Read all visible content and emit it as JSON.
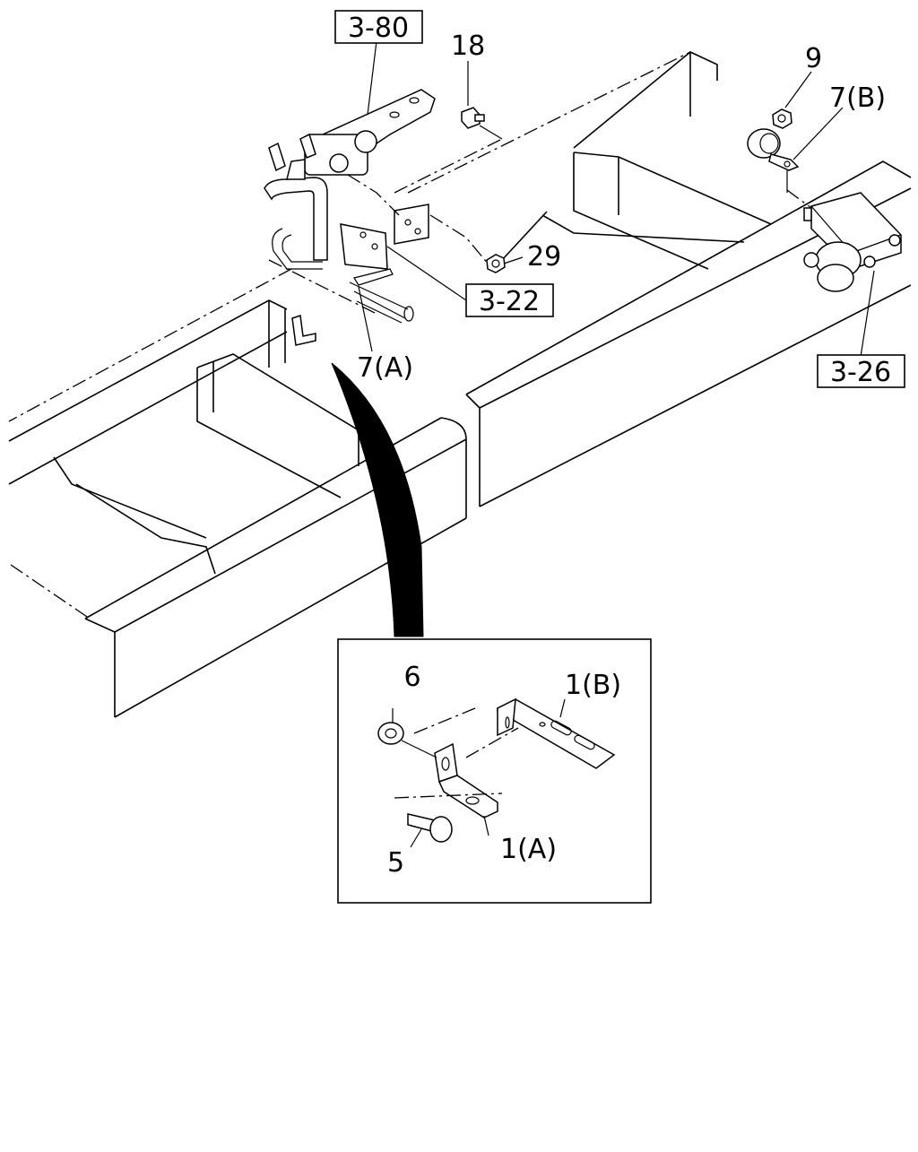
{
  "refs": {
    "r380": "3-80",
    "r322": "3-22",
    "r326": "3-26"
  },
  "labels": {
    "p18": "18",
    "p9": "9",
    "p7b": "7(B)",
    "p29": "29",
    "p7a": "7(A)",
    "p6": "6",
    "p1b": "1(B)",
    "p5": "5",
    "p1a": "1(A)"
  }
}
